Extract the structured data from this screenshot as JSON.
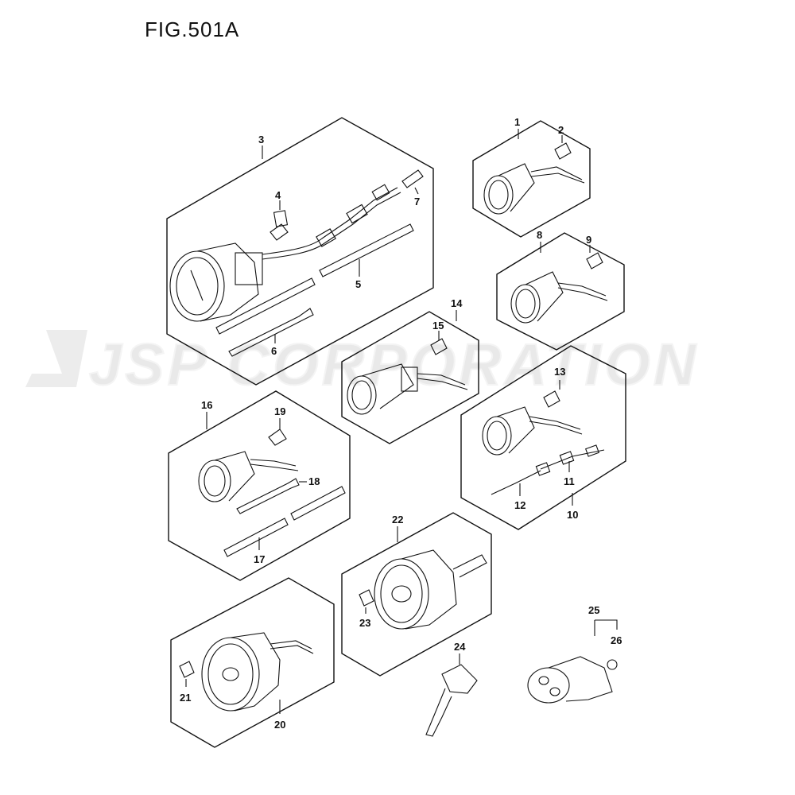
{
  "figure": {
    "title": "FIG.501A",
    "watermark": "JSP CORPORATION"
  },
  "labels": {
    "1": "1",
    "2": "2",
    "3": "3",
    "4": "4",
    "5": "5",
    "6": "6",
    "7": "7",
    "8": "8",
    "9": "9",
    "10": "10",
    "11": "11",
    "12": "12",
    "13": "13",
    "14": "14",
    "15": "15",
    "16": "16",
    "17": "17",
    "18": "18",
    "19": "19",
    "20": "20",
    "21": "21",
    "22": "22",
    "23": "23",
    "24": "24",
    "25": "25",
    "26": "26"
  },
  "colors": {
    "line": "#111111",
    "watermark": "#e9e9e9"
  }
}
